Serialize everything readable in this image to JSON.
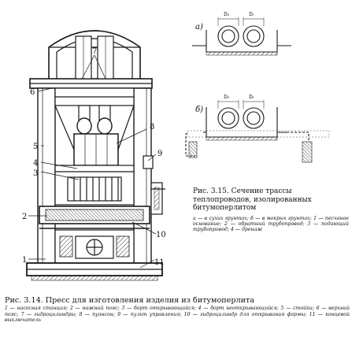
{
  "fig314": {
    "labels": [
      "1",
      "2",
      "3",
      "4",
      "5",
      "6",
      "7",
      "8",
      "9",
      "10",
      "11"
    ],
    "caption_title": "Рис. 3.14. Пресс для изготовления изделия из битумоперлита",
    "caption_body": "1 — насосная станция; 2 — нижний пояс; 3 — борт открывающийся; 4 — борт неоткрывающийся; 5 — стойки; 6 — верхний пояс; 7 — гидроцилиндры; 8 — пуансон; 9 — пульт управления; 10 — гидроцилиндр для открывания формы; 11 — концевой выключатель"
  },
  "fig315": {
    "panel_a": "а)",
    "panel_b": "б)",
    "dim_d0": "D₀",
    "dim_dt": "Dₜ",
    "caption_title": "Рис. 3.15. Сечение трассы теплопроводов, изолированных битумоперлитом",
    "caption_body": "а — в сухих грунтах; б — в мокрых грунтах; 1 — песчаное основание; 2 — обратный трубопровод; 3 — подающий трубопровод; 4 — дренаж"
  },
  "colors": {
    "ink": "#1a1a1a",
    "paper": "#ffffff"
  }
}
